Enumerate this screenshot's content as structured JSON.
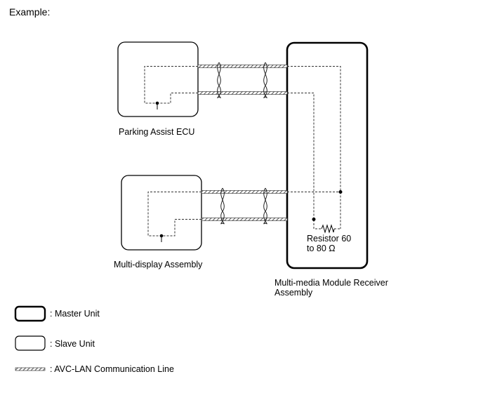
{
  "heading": "Example:",
  "units": {
    "parking_assist": "Parking Assist ECU",
    "multi_display": "Multi-display Assembly",
    "receiver_line1": "Multi-media Module Receiver",
    "receiver_line2": "Assembly"
  },
  "resistor": {
    "line1": "Resistor 60",
    "line2": "to 80 Ω"
  },
  "legend": {
    "master": ": Master Unit",
    "slave": ": Slave Unit",
    "avc_lan": ": AVC-LAN Communication Line"
  }
}
